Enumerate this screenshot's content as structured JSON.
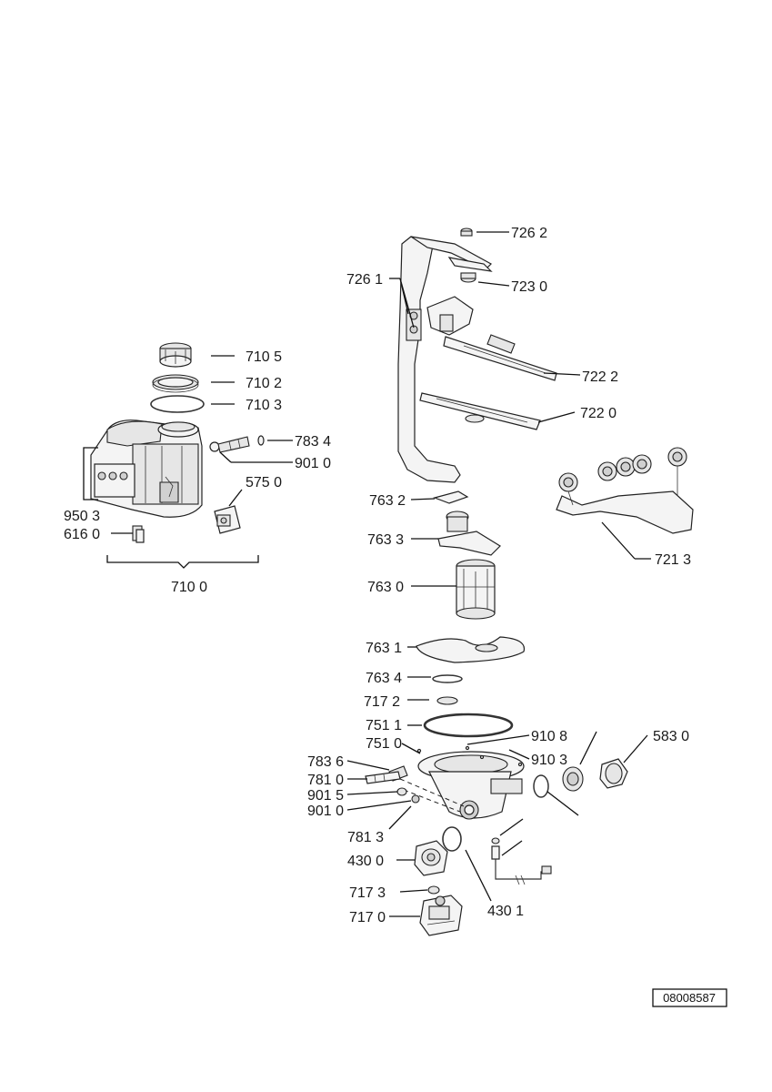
{
  "labels": [
    {
      "id": "p7262",
      "text": "726 2"
    },
    {
      "id": "p7261",
      "text": "726 1"
    },
    {
      "id": "p7230",
      "text": "723 0"
    },
    {
      "id": "p7222",
      "text": "722 2"
    },
    {
      "id": "p7220",
      "text": "722 0"
    },
    {
      "id": "p7105",
      "text": "710 5"
    },
    {
      "id": "p7102",
      "text": "710 2"
    },
    {
      "id": "p7103",
      "text": "710 3"
    },
    {
      "id": "p7834",
      "text": "783 4"
    },
    {
      "id": "p9010a",
      "text": "901 0"
    },
    {
      "id": "p5750",
      "text": "575 0"
    },
    {
      "id": "p9503",
      "text": "950 3"
    },
    {
      "id": "p6160",
      "text": "616 0"
    },
    {
      "id": "p7100",
      "text": "710 0"
    },
    {
      "id": "p7632",
      "text": "763 2"
    },
    {
      "id": "p7633",
      "text": "763 3"
    },
    {
      "id": "p7213",
      "text": "721 3"
    },
    {
      "id": "p7630",
      "text": "763 0"
    },
    {
      "id": "p7631",
      "text": "763 1"
    },
    {
      "id": "p7634",
      "text": "763 4"
    },
    {
      "id": "p7172",
      "text": "717 2"
    },
    {
      "id": "p7511",
      "text": "751 1"
    },
    {
      "id": "p9108",
      "text": "910 8"
    },
    {
      "id": "p5830",
      "text": "583 0"
    },
    {
      "id": "p7510",
      "text": "751 0"
    },
    {
      "id": "p9103",
      "text": "910 3"
    },
    {
      "id": "p7836",
      "text": "783 6"
    },
    {
      "id": "p7810",
      "text": "781 0"
    },
    {
      "id": "p9015",
      "text": "901 5"
    },
    {
      "id": "p9010b",
      "text": "901 0"
    },
    {
      "id": "p7813",
      "text": "781 3"
    },
    {
      "id": "p4300",
      "text": "430 0"
    },
    {
      "id": "p4301",
      "text": "430 1"
    },
    {
      "id": "p7173",
      "text": "717 3"
    },
    {
      "id": "p7170",
      "text": "717 0"
    }
  ],
  "reference_code": "08008587"
}
